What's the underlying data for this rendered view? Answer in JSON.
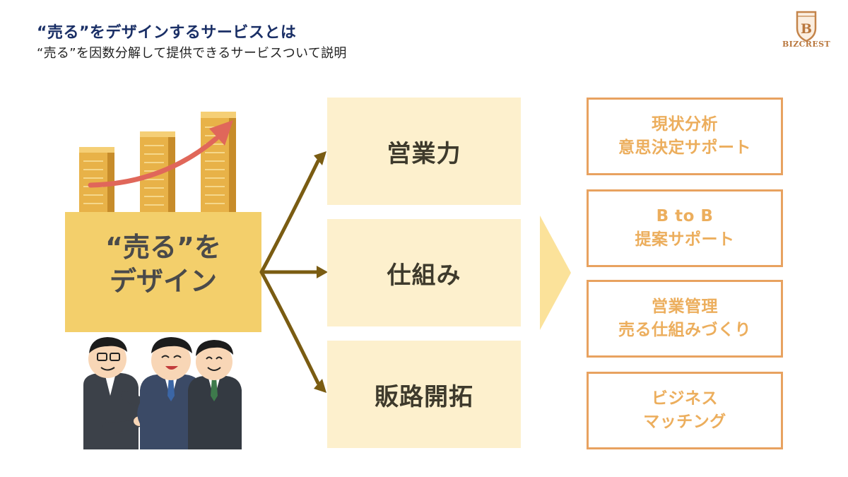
{
  "header": {
    "title": "“売る”をデザインするサービスとは",
    "subtitle": "“売る”を因数分解して提供できるサービスついて説明"
  },
  "logo": {
    "wordmark": "BIZCREST",
    "monogram": "B",
    "color": "#b9773d"
  },
  "design_box": {
    "line1": "“売る”を",
    "line2": "デザイン",
    "color": "#f3cf6b"
  },
  "factors": [
    {
      "label": "営業力"
    },
    {
      "label": "仕組み"
    },
    {
      "label": "販路開拓"
    }
  ],
  "services": [
    {
      "line1": "現状分析",
      "line2": "意思決定サポート"
    },
    {
      "line1": "B to B",
      "line2": "提案サポート"
    },
    {
      "line1": "営業管理",
      "line2": "売る仕組みづくり"
    },
    {
      "line1": "ビジネス",
      "line2": "マッチング"
    }
  ],
  "colors": {
    "title": "#1a2f66",
    "arrow": "#7a5c12",
    "factor_bg": "#fdf0cd",
    "service_border": "#e8a260",
    "service_text": "#ecae5d",
    "chevron": "#fbe29a"
  },
  "icons": [
    "rising-bar-chart-icon",
    "trend-arrow-icon",
    "business-people-handshake-icon",
    "shield-logo-icon",
    "chevron-right-icon"
  ]
}
